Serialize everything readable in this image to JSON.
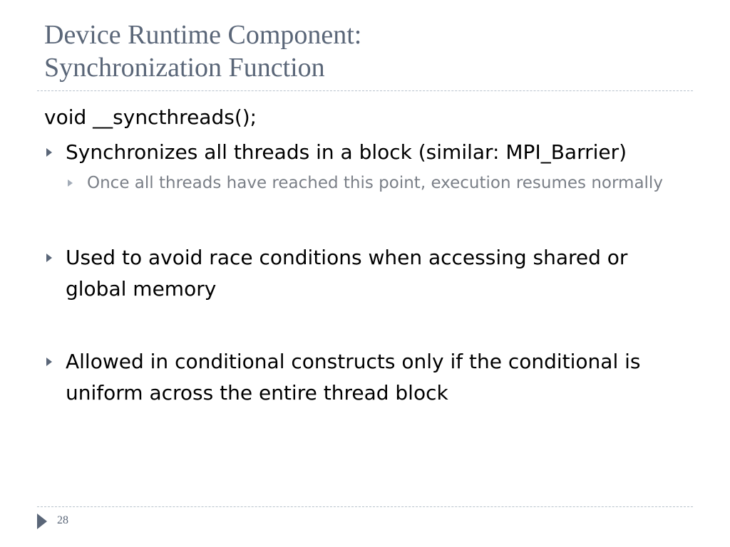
{
  "slide": {
    "title_lines": [
      "Device Runtime Component:",
      "Synchronization Function"
    ],
    "code_line": "void __syncthreads();",
    "bullets": [
      {
        "text": "Synchronizes all threads in a block (similar: MPI_Barrier)",
        "sub": [
          "Once all threads have reached this point, execution resumes normally"
        ]
      },
      {
        "text": "Used to avoid race conditions when accessing shared or global memory"
      },
      {
        "text": "Allowed in conditional constructs only if the conditional is uniform across the entire thread block"
      }
    ],
    "page_number": "28",
    "colors": {
      "title": "#5a6678",
      "sub_text": "#7a7f87",
      "bullet": "#5a6678",
      "rule": "#b8c2cc"
    },
    "icons": {
      "bullet": "triangle-right-icon",
      "footer": "triangle-right-icon"
    }
  }
}
